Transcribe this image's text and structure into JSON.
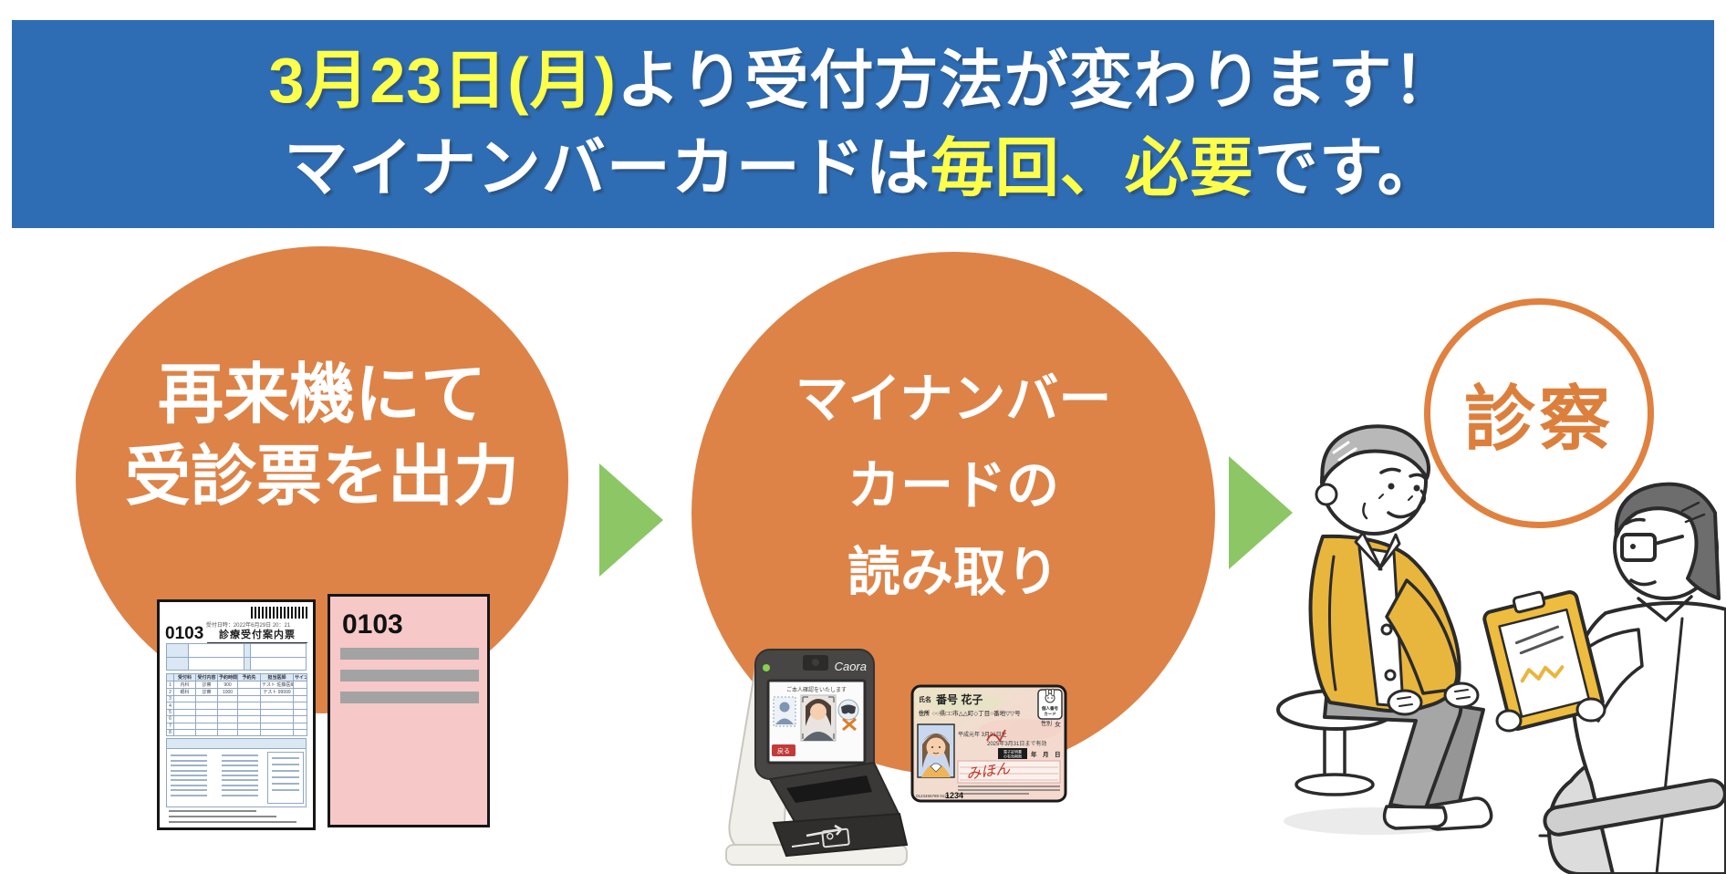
{
  "banner": {
    "bg_color": "#2e6db4",
    "highlight_color": "#feff4a",
    "line1": [
      {
        "text": "3月23日(月)"
      },
      {
        "text": "より受付方法が変わります！"
      }
    ],
    "line2": [
      {
        "text": "マイナンバーカードは"
      },
      {
        "text": "毎回、必要"
      },
      {
        "text": "です。"
      }
    ]
  },
  "steps": {
    "step1": {
      "line1": "再来機にて",
      "line2": "受診票を出力"
    },
    "step2": {
      "line1": "マイナンバー",
      "line2": "カードの",
      "line3": "読み取り"
    },
    "step3": {
      "label": "診察"
    }
  },
  "receipt": {
    "number": "0103",
    "date_line": "受付日時：2022年6月29日 20：21",
    "title": "診療受付案内票",
    "headers": [
      "受付科",
      "受付内容",
      "予約時間",
      "予約先",
      "担当医師",
      "サイン"
    ],
    "rows": [
      {
        "no": "1",
        "dept": "内科",
        "content": "診察",
        "time": "900",
        "dest": "",
        "doctor": "テスト 佐藤医師",
        "sign": ""
      },
      {
        "no": "2",
        "dept": "眼科",
        "content": "診察",
        "time": "1000",
        "dest": "",
        "doctor": "テスト 99999",
        "sign": ""
      }
    ],
    "empty_row_numbers": [
      "3",
      "4",
      "5",
      "6",
      "7",
      "8"
    ]
  },
  "ticket": {
    "number": "0103"
  },
  "device": {
    "brand": "Caora",
    "screen_caption": "ご本人確認をいたします",
    "back_button": "戻る"
  },
  "mynumber_card": {
    "name_label": "氏名",
    "name": "番号 花子",
    "address_label": "住所",
    "address": "○○県□□市△△町◇丁目○番地▽▽号",
    "gender_label": "性別",
    "gender": "女",
    "badge_line1": "個人番号",
    "badge_line2": "カード",
    "birth": "平成元年 3月31日生",
    "valid_until": "2025年3月31日まで有効",
    "cert_label1": "電子証明書",
    "cert_label2": "の有効期限",
    "date_fields": "年　月　日",
    "specimen": "みほん",
    "serial_small": "0123456789 0123",
    "number": "1234"
  },
  "colors": {
    "banner_blue": "#2e6db4",
    "highlight_yellow": "#feff4a",
    "circle_orange": "#dd8348",
    "arrow_green": "#8cc665",
    "ring_orange": "#e0813f",
    "ticket_pink": "#f6c8c8"
  }
}
